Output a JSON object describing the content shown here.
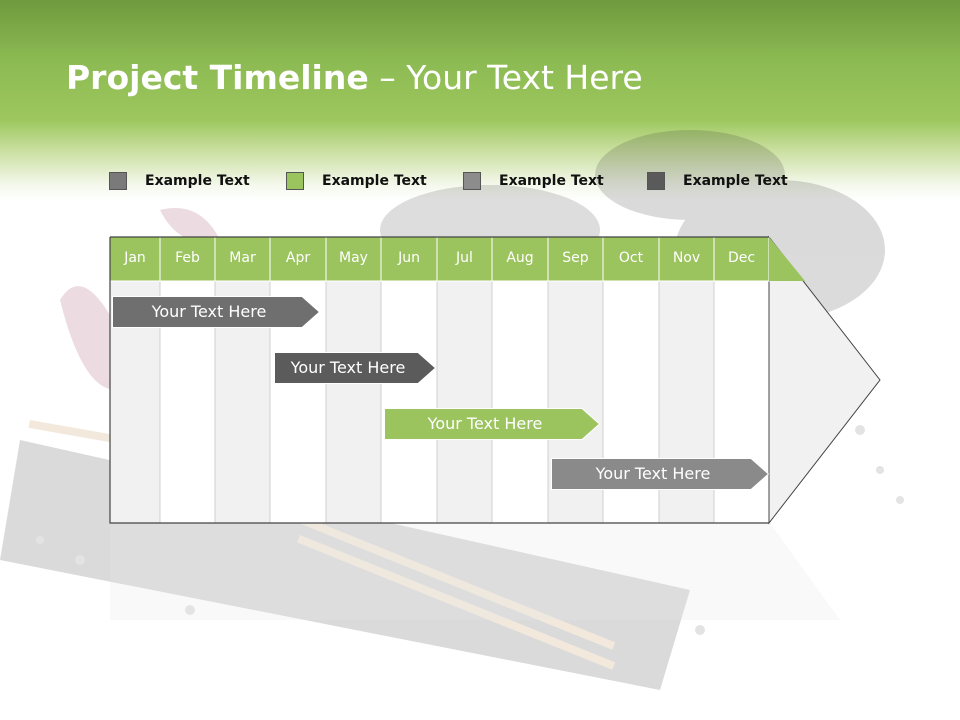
{
  "title": {
    "bold": "Project Timeline",
    "dash": " – ",
    "rest": "Your Text Here"
  },
  "legend": [
    {
      "label": "Example Text",
      "color": "#7a7a7a"
    },
    {
      "label": "Example Text",
      "color": "#9bc45f"
    },
    {
      "label": "Example Text",
      "color": "#8c8c8c"
    },
    {
      "label": "Example Text",
      "color": "#5a5a5a"
    }
  ],
  "months": [
    "Jan",
    "Feb",
    "Mar",
    "Apr",
    "May",
    "Jun",
    "Jul",
    "Aug",
    "Sep",
    "Oct",
    "Nov",
    "Dec"
  ],
  "tasks": [
    {
      "label": "Your  Text Here",
      "start_month": "Jan",
      "end_month": "Apr",
      "color": "#6f6f6f"
    },
    {
      "label": "Your  Text Here",
      "start_month": "Apr",
      "end_month": "Jun",
      "color": "#5b5b5b"
    },
    {
      "label": "Your  Text Here",
      "start_month": "Jun",
      "end_month": "Sep",
      "color": "#9bc45f"
    },
    {
      "label": "Your  Text Here",
      "start_month": "Sep",
      "end_month": "Dec",
      "color": "#8a8a8a"
    }
  ],
  "colors": {
    "header_green": "#9bc45f",
    "column_light": "#f1f1f1",
    "column_white": "#ffffff"
  }
}
